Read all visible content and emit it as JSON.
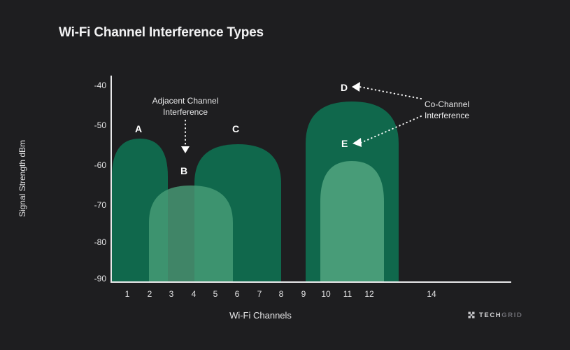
{
  "header": {
    "title": "Wi-Fi Channel Interference Types"
  },
  "footer": {
    "logo_icon": "grid-hash-icon",
    "logo_text_primary": "TECH",
    "logo_text_secondary": "GRID"
  },
  "colors": {
    "background": "#1e1e20",
    "axis": "#e9e9ea",
    "text": "#e3e3e4",
    "title": "#f2f2f3",
    "signal_strong": "#10684c",
    "signal_weak": "#489c78",
    "overlap": "#4e6b60"
  },
  "chart_data": {
    "type": "area",
    "title": "Wi-Fi Channel Interference Types",
    "xlabel": "Wi-Fi Channels",
    "ylabel": "Signal Strength dBm",
    "ylim": [
      -90,
      -37
    ],
    "y_ticks": [
      "-40",
      "-50",
      "-60",
      "-70",
      "-80",
      "-90"
    ],
    "y_tick_values": [
      -40,
      -50,
      -60,
      -70,
      -80,
      -90
    ],
    "x_ticks": [
      "1",
      "2",
      "3",
      "4",
      "5",
      "6",
      "7",
      "8",
      "9",
      "10",
      "11",
      "12",
      "14"
    ],
    "x_tick_values": [
      1,
      2,
      3,
      4,
      5,
      6,
      7,
      8,
      9,
      10,
      11,
      12,
      14
    ],
    "grid": false,
    "legend": "none",
    "series": [
      {
        "name": "A",
        "label": "A",
        "color": "#10684c",
        "style": "strong",
        "peak_dbm": -61,
        "center_channel": 1,
        "channel_start": 0.25,
        "channel_end": 4.0
      },
      {
        "name": "B",
        "label": "B",
        "color": "#489c78",
        "style": "weak-translucent",
        "peak_dbm": -66,
        "center_channel": 3.9,
        "channel_start": 2.0,
        "channel_end": 5.8
      },
      {
        "name": "C",
        "label": "C",
        "color": "#10684c",
        "style": "strong",
        "peak_dbm": -55,
        "center_channel": 5.9,
        "channel_start": 4.0,
        "channel_end": 8.0
      },
      {
        "name": "D",
        "label": "D",
        "color": "#10684c",
        "style": "strong",
        "peak_dbm": -46,
        "center_channel": 11,
        "channel_start": 9.0,
        "channel_end": 13.3
      },
      {
        "name": "E",
        "label": "E",
        "color": "#489c78",
        "style": "weak",
        "peak_dbm": -60,
        "center_channel": 11,
        "channel_start": 9.6,
        "channel_end": 12.6
      }
    ],
    "annotations": [
      {
        "id": "adjacent",
        "text_line1": "Adjacent Channel",
        "text_line2": "Interference",
        "arrow_style": "dotted",
        "points_to": "B"
      },
      {
        "id": "cochannel",
        "text_line1": "Co-Channel",
        "text_line2": "Interference",
        "arrow_style": "dotted",
        "points_to": "D, E"
      }
    ]
  }
}
